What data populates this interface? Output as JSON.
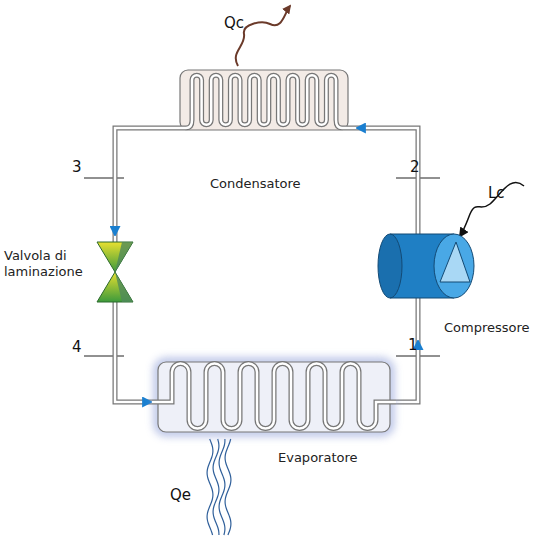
{
  "diagram": {
    "nodes": [
      {
        "text": [
          "Condensatore"
        ]
      },
      {
        "text": [
          "Valvola di laminazione"
        ]
      },
      {
        "text": [
          "Compressore"
        ]
      },
      {
        "text": [
          "Evaporatore"
        ]
      }
    ],
    "edges": [
      {
        "from": 2,
        "to": 0,
        "arrow": "to"
      },
      {
        "from": 0,
        "to": 1,
        "arrow": "to"
      },
      {
        "from": 1,
        "to": 3,
        "arrow": "to"
      },
      {
        "from": 3,
        "to": 2,
        "arrow": "to"
      }
    ],
    "labels": [
      "Qc",
      "Lc",
      "3",
      "2",
      "4",
      "1",
      "Qe"
    ]
  }
}
